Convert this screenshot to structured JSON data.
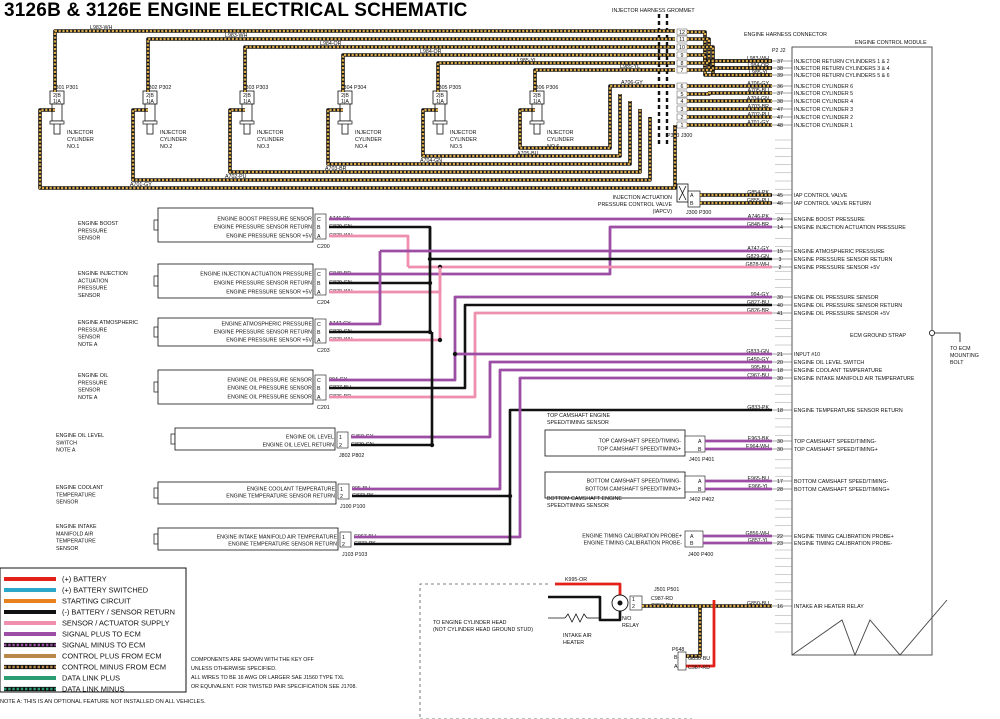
{
  "title": "3126B & 3126E ENGINE ELECTRICAL SCHEMATIC",
  "headers": {
    "grommet": "INJECTOR HARNESS GROMMET",
    "harness_connector": "ENGINE HARNESS CONNECTOR",
    "ecm": "ENGINE CONTROL MODULE",
    "p2j2": "P2 J2",
    "p300j300": "P300 J300"
  },
  "injectors": [
    {
      "conn": "J301 P301",
      "label": [
        "INJECTOR",
        "CYLINDER",
        "NO.1"
      ]
    },
    {
      "conn": "J302 P302",
      "label": [
        "INJECTOR",
        "CYLINDER",
        "NO.2"
      ]
    },
    {
      "conn": "J303 P303",
      "label": [
        "INJECTOR",
        "CYLINDER",
        "NO.3"
      ]
    },
    {
      "conn": "J304 P304",
      "label": [
        "INJECTOR",
        "CYLINDER",
        "NO.4"
      ]
    },
    {
      "conn": "J305 P305",
      "label": [
        "INJECTOR",
        "CYLINDER",
        "NO.5"
      ]
    },
    {
      "conn": "J306 P306",
      "label": [
        "INJECTOR",
        "CYLINDER",
        "NO.6"
      ]
    }
  ],
  "injector_wires": [
    "L983-WH",
    "L983-WH",
    "L984-OR",
    "L984-OR",
    "L985-YL",
    "L985-YL",
    "A701-GY",
    "A702-PU",
    "A703-BR",
    "A704-GN",
    "A705-BU",
    "A706-GY"
  ],
  "grommet_pins": [
    "12",
    "11",
    "10",
    "9",
    "8",
    "7",
    "6",
    "5",
    "4",
    "3",
    "2",
    "1"
  ],
  "ecm_pins": [
    {
      "n": "37",
      "wire": "L983-WH",
      "fn": "INJECTOR RETURN CYLINDERS 1 & 2"
    },
    {
      "n": "38",
      "wire": "L984-OR",
      "fn": "INJECTOR RETURN CYLINDERS 3 & 4"
    },
    {
      "n": "39",
      "wire": "L985-YL",
      "fn": "INJECTOR RETURN CYLINDERS 5 & 6"
    },
    {
      "n": "36",
      "wire": "A706-GY",
      "fn": "INJECTOR CYLINDER 6"
    },
    {
      "n": "37",
      "wire": "A705-BU",
      "fn": "INJECTOR CYLINDER 5"
    },
    {
      "n": "38",
      "wire": "A704-GN",
      "fn": "INJECTOR CYLINDER 4"
    },
    {
      "n": "47",
      "wire": "A703-BR",
      "fn": "INJECTOR CYLINDER 3"
    },
    {
      "n": "47",
      "wire": "A702-PU",
      "fn": "INJECTOR CYLINDER 2"
    },
    {
      "n": "48",
      "wire": "A701-GY",
      "fn": "INJECTOR CYLINDER 1"
    },
    {
      "n": "45",
      "wire": "G854-PK",
      "fn": "IAP CONTROL VALVE"
    },
    {
      "n": "46",
      "wire": "G855-PU",
      "fn": "IAP CONTROL VALVE RETURN"
    },
    {
      "n": "24",
      "wire": "A746-PK",
      "fn": "ENGINE BOOST PRESSURE"
    },
    {
      "n": "14",
      "wire": "G848-BR",
      "fn": "ENGINE INJECTION ACTUATION PRESSURE"
    },
    {
      "n": "15",
      "wire": "A747-GY",
      "fn": "ENGINE ATMOSPHERIC PRESSURE"
    },
    {
      "n": "3",
      "wire": "G829-GN",
      "fn": "ENGINE PRESSURE SENSOR RETURN"
    },
    {
      "n": "2",
      "wire": "G828-WH",
      "fn": "ENGINE PRESSURE SENSOR +5V"
    },
    {
      "n": "30",
      "wire": "994-GY",
      "fn": "ENGINE OIL PRESSURE SENSOR"
    },
    {
      "n": "40",
      "wire": "G827-BU",
      "fn": "ENGINE OIL PRESSURE SENSOR  RETURN"
    },
    {
      "n": "41",
      "wire": "G826-BR",
      "fn": "ENGINE OIL PRESSURE SENSOR +5V"
    },
    {
      "n": "21",
      "wire": "G833-GN",
      "fn": "INPUT #10"
    },
    {
      "n": "20",
      "wire": "G450-GY",
      "fn": "ENGINE OIL LEVEL SWITCH"
    },
    {
      "n": "18",
      "wire": "995-BU",
      "fn": "ENGINE COOLANT TEMPERATURE"
    },
    {
      "n": "30",
      "wire": "C967-BU",
      "fn": "ENGINE INTAKE MANIFOLD AIR TEMPERATURE"
    },
    {
      "n": "18",
      "wire": "G833-PK",
      "fn": "ENGINE TEMPERATURE SENSOR RETURN"
    },
    {
      "n": "30",
      "wire": "E963-BK",
      "fn": "TOP CAMSHAFT SPEED/TIMING-"
    },
    {
      "n": "30",
      "wire": "E964-WH",
      "fn": "TOP CAMSHAFT SPEED/TIMING+"
    },
    {
      "n": "17",
      "wire": "E965-BU",
      "fn": "BOTTOM CAMSHAFT SPEED/TIMING-"
    },
    {
      "n": "28",
      "wire": "E966-YL",
      "fn": "BOTTOM CAMSHAFT SPEED/TIMING+"
    },
    {
      "n": "22",
      "wire": "G856-WH",
      "fn": "ENGINE TIMING CALIBRATION PROBE+"
    },
    {
      "n": "23",
      "wire": "G857-YL",
      "fn": "ENGINE TIMING CALIBRATION PROBE-"
    },
    {
      "n": "16",
      "wire": "G850-BU",
      "fn": "INTAKE AIR HEATER RELAY"
    }
  ],
  "iapcv": {
    "label": [
      "INJECTION ACTUATION",
      "PRESSURE CONTROL VALVE",
      "(IAPCV)"
    ],
    "conn": "J300 P300",
    "pins": [
      "A",
      "B"
    ],
    "wires": [
      "G854-PK",
      "G855-PU"
    ]
  },
  "sensors": [
    {
      "name": [
        "ENGINE BOOST",
        "PRESSURE",
        "SENSOR"
      ],
      "lines": [
        "ENGINE BOOST PRESSURE SENSOR",
        "ENGINE PRESSURE SENSOR RETURN",
        "ENGINE PRESSURE SENSOR +5V"
      ],
      "pins": [
        "C",
        "B",
        "A"
      ],
      "wires": [
        "A746-PK",
        "G829-GN",
        "G828-WH"
      ],
      "conn": "C200"
    },
    {
      "name": [
        "ENGINE INJECTION",
        "ACTUATION",
        "PRESSURE",
        "SENSOR"
      ],
      "lines": [
        "ENGINE INJECTION ACTUATION PRESSURE",
        "ENGINE PRESSURE SENSOR RETURN",
        "ENGINE PRESSURE SENSOR +5V"
      ],
      "pins": [
        "C",
        "B",
        "A"
      ],
      "wires": [
        "G848-BR",
        "G829-GN",
        "G828-WH"
      ],
      "conn": "C204"
    },
    {
      "name": [
        "ENGINE ATMOSPHERIC",
        "PRESSURE",
        "SENSOR",
        "NOTE A"
      ],
      "lines": [
        "ENGINE ATMOSPHERIC PRESSURE",
        "ENGINE PRESSURE SENSOR RETURN",
        "ENGINE PRESSURE SENSOR +5V"
      ],
      "pins": [
        "C",
        "B",
        "A"
      ],
      "wires": [
        "A747-GY",
        "G829-GN",
        "G828-WH"
      ],
      "conn": "C203"
    },
    {
      "name": [
        "ENGINE OIL",
        "PRESSURE",
        "SENSOR",
        "NOTE A"
      ],
      "lines": [
        "ENGINE OIL PRESSURE SENSOR",
        "ENGINE OIL PRESSURE SENSOR",
        "ENGINE OIL PRESSURE SENSOR"
      ],
      "pins": [
        "C",
        "B",
        "A"
      ],
      "wires": [
        "994-GY",
        "G827-BU",
        "G826-BR"
      ],
      "conn": "C201"
    },
    {
      "name": [
        "ENGINE OIL LEVEL",
        "SWITCH",
        "NOTE A"
      ],
      "lines": [
        "ENGINE OIL LEVEL",
        "ENGINE OIL LEVEL RETURN"
      ],
      "pins": [
        "1",
        "2"
      ],
      "wires": [
        "G450-GY",
        "G829-GN"
      ],
      "conn": "J802 P802"
    },
    {
      "name": [
        "ENGINE COOLANT",
        "TEMPERATURE",
        "SENSOR"
      ],
      "lines": [
        "ENGINE COOLANT TEMPERATURE",
        "ENGINE TEMPERATURE SENSOR RETURN"
      ],
      "pins": [
        "1",
        "2"
      ],
      "wires": [
        "995-BU",
        "G833-PK"
      ],
      "conn": "J100 P100"
    },
    {
      "name": [
        "ENGINE INTAKE",
        "MANIFOLD AIR",
        "TEMPERATURE",
        "SENSOR"
      ],
      "lines": [
        "ENGINE INTAKE MANIFOLD AIR TEMPERATURE",
        "ENGINE TEMPERATURE SENSOR RETURN"
      ],
      "pins": [
        "1",
        "2"
      ],
      "wires": [
        "C967-BU",
        "G833-PK"
      ],
      "conn": "J103 P103"
    }
  ],
  "cam_sensors": [
    {
      "name": [
        "TOP CAMSHAFT ENGINE",
        "SPEED/TIMING SENSOR"
      ],
      "lines": [
        "TOP CAMSHAFT SPEED/TIMING-",
        "TOP CAMSHAFT SPEED/TIMING+"
      ],
      "pins": [
        "A",
        "B"
      ],
      "wires": [
        "E963-BK",
        "E964-WH"
      ],
      "conn": "J401 P401"
    },
    {
      "name": [
        "BOTTOM CAMSHAFT ENGINE",
        "SPEED/TIMING SENSOR"
      ],
      "lines": [
        "BOTTOM CAMSHAFT SPEED/TIMING-",
        "BOTTOM CAMSHAFT SPEED/TIMING+"
      ],
      "pins": [
        "A",
        "B"
      ],
      "wires": [
        "E965-BU",
        "E966-YL"
      ],
      "conn": "J402 P402"
    }
  ],
  "timing_probe": {
    "lines": [
      "ENGINE TIMING CALIBRATION PROBE+",
      "ENGINE TIMING CALIBRATION PROBE-"
    ],
    "pins": [
      "A",
      "B"
    ],
    "wires": [
      "G856-WH",
      "G857-YL"
    ],
    "conn": "J400 P400"
  },
  "ground_strap": {
    "label": "ECM GROUND STRAP",
    "to": [
      "TO ECM",
      "MOUNTING",
      "BOLT"
    ]
  },
  "heater": {
    "k_wire": "K995-OR",
    "relay_conn": "J501 P501",
    "relay_wires": [
      "C987-RD",
      "G850-BU"
    ],
    "relay_label": [
      "N/O",
      "RELAY"
    ],
    "heater_label": [
      "INTAKE AIR",
      "HEATER"
    ],
    "ground_label": [
      "TO ENGINE CYLINDER HEAD",
      "(NOT CYLINDER HEAD GROUND STUD)"
    ],
    "p648": "P648",
    "p648_pins": [
      "B",
      "A"
    ],
    "p648_wires": [
      "G850-BU",
      "C987-RD"
    ]
  },
  "legend": [
    {
      "label": "(+) BATTERY",
      "color": "#e32119",
      "style": "solid"
    },
    {
      "label": "(+) BATTERY SWITCHED",
      "color": "#2aa7c9",
      "style": "solid"
    },
    {
      "label": "STARTING CIRCUIT",
      "color": "#e8821f",
      "style": "solid"
    },
    {
      "label": "(-) BATTERY / SENSOR RETURN",
      "color": "#111111",
      "style": "solid"
    },
    {
      "label": "SENSOR / ACTUATOR SUPPLY",
      "color": "#ee8fae",
      "style": "solid"
    },
    {
      "label": "SIGNAL PLUS TO ECM",
      "color": "#9b4ea3",
      "style": "solid"
    },
    {
      "label": "SIGNAL MINUS TO ECM",
      "color": "#9b4ea3",
      "style": "dashed"
    },
    {
      "label": "CONTROL PLUS FROM ECM",
      "color": "#b8894a",
      "style": "solid"
    },
    {
      "label": "CONTROL MINUS FROM ECM",
      "color": "#b8894a",
      "style": "dashed"
    },
    {
      "label": "DATA LINK PLUS",
      "color": "#2a9d73",
      "style": "solid"
    },
    {
      "label": "DATA LINK MINUS",
      "color": "#2a9d73",
      "style": "dashed"
    }
  ],
  "notes": [
    "COMPONENTS ARE SHOWN WITH THE KEY OFF",
    "UNLESS OTHERWISE SPECIFIED.",
    "ALL WIRES TO BE 16 AWG OR LARGER SAE J1560 TYPE TXL",
    "OR EQUIVALENT. FOR TWISTED PAIR SPECIFICATION SEE J1708."
  ],
  "note_a": "NOTE A: THIS IS AN OPTIONAL FEATURE NOT INSTALLED ON ALL VEHICLES.",
  "colors": {
    "purple": "#9b4ea3",
    "brown": "#b8894a",
    "pink": "#ee8fae",
    "black": "#111111",
    "red": "#e32119",
    "hatch": "#d9a94a"
  }
}
